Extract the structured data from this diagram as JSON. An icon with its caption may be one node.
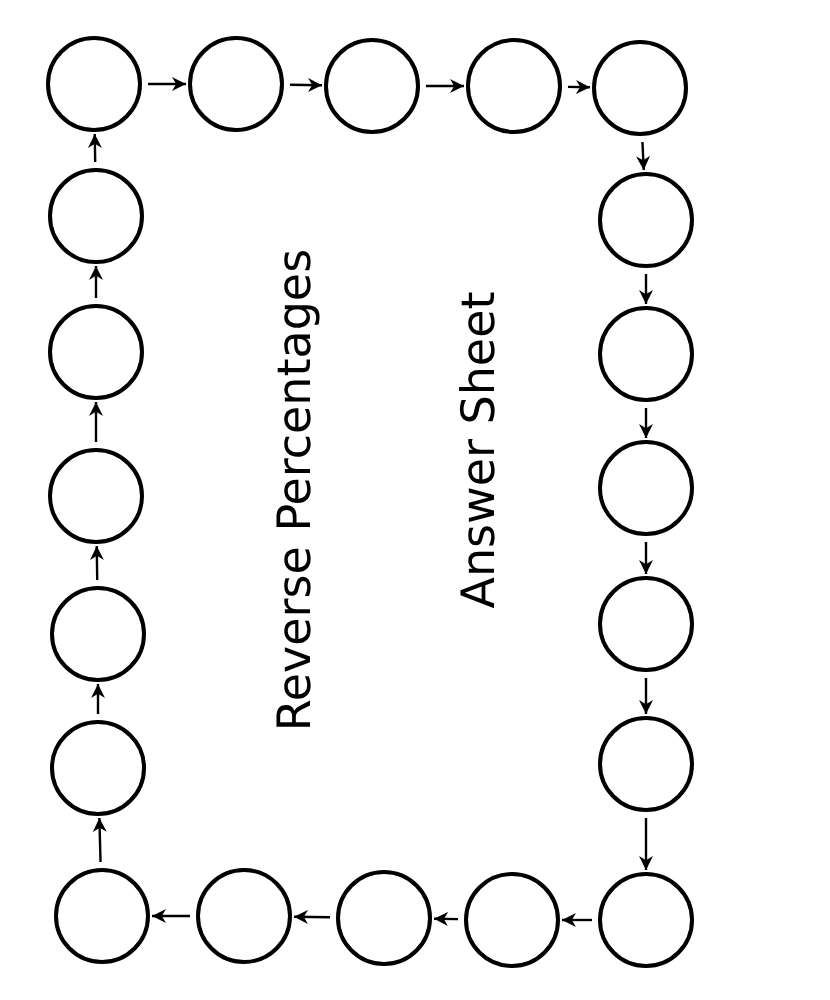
{
  "diagram": {
    "title": "Reverse Percentages",
    "nodes": [
      {
        "text": [],
        "shape": "circle"
      },
      {
        "text": [],
        "shape": "circle"
      },
      {
        "text": [],
        "shape": "circle"
      },
      {
        "text": [],
        "shape": "circle"
      },
      {
        "text": [],
        "shape": "circle"
      },
      {
        "text": [],
        "shape": "circle"
      },
      {
        "text": [],
        "shape": "circle"
      },
      {
        "text": [],
        "shape": "circle"
      },
      {
        "text": [],
        "shape": "circle"
      },
      {
        "text": [],
        "shape": "circle"
      },
      {
        "text": [],
        "shape": "circle"
      },
      {
        "text": [],
        "shape": "circle"
      },
      {
        "text": [],
        "shape": "circle"
      },
      {
        "text": [],
        "shape": "circle"
      },
      {
        "text": [],
        "shape": "circle"
      },
      {
        "text": [],
        "shape": "circle"
      },
      {
        "text": [],
        "shape": "circle"
      },
      {
        "text": [],
        "shape": "circle"
      },
      {
        "text": [],
        "shape": "circle"
      },
      {
        "text": [],
        "shape": "circle"
      }
    ],
    "edges": [
      {
        "from": 0,
        "to": 1,
        "arrow": "to"
      },
      {
        "from": 1,
        "to": 2,
        "arrow": "to"
      },
      {
        "from": 2,
        "to": 3,
        "arrow": "to"
      },
      {
        "from": 3,
        "to": 4,
        "arrow": "to"
      },
      {
        "from": 4,
        "to": 5,
        "arrow": "to"
      },
      {
        "from": 5,
        "to": 6,
        "arrow": "to"
      },
      {
        "from": 6,
        "to": 7,
        "arrow": "to"
      },
      {
        "from": 7,
        "to": 8,
        "arrow": "to"
      },
      {
        "from": 8,
        "to": 9,
        "arrow": "to"
      },
      {
        "from": 9,
        "to": 10,
        "arrow": "to"
      },
      {
        "from": 10,
        "to": 11,
        "arrow": "to"
      },
      {
        "from": 11,
        "to": 12,
        "arrow": "to"
      },
      {
        "from": 12,
        "to": 13,
        "arrow": "to"
      },
      {
        "from": 13,
        "to": 14,
        "arrow": "to"
      },
      {
        "from": 14,
        "to": 15,
        "arrow": "to"
      },
      {
        "from": 15,
        "to": 16,
        "arrow": "to"
      },
      {
        "from": 16,
        "to": 17,
        "arrow": "to"
      },
      {
        "from": 17,
        "to": 18,
        "arrow": "to"
      },
      {
        "from": 18,
        "to": 19,
        "arrow": "to"
      },
      {
        "from": 19,
        "to": 0,
        "arrow": "to"
      }
    ],
    "labels": [
      "Answer Sheet"
    ]
  }
}
